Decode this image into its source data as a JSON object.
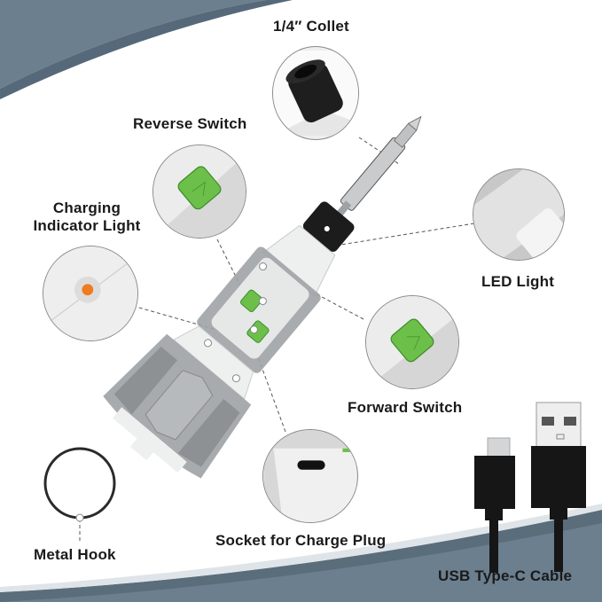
{
  "colors": {
    "background_band": "#6b7f8e",
    "background_band_dark": "#5a6d7b",
    "page_bg": "#ffffff",
    "label_text": "#1a1a1a",
    "accent_green": "#6cc04a",
    "indicator_orange": "#f07a1e",
    "body_white": "#eef0f0",
    "body_grey": "#9a9c9e",
    "collet_black": "#1c1c1c",
    "cable_black": "#161616"
  },
  "labels": {
    "collet": "1/4″ Collet",
    "reverse_switch": "Reverse Switch",
    "charging_indicator_line1": "Charging",
    "charging_indicator_line2": "Indicator Light",
    "led_light": "LED Light",
    "forward_switch": "Forward Switch",
    "metal_hook": "Metal Hook",
    "socket": "Socket for Charge Plug",
    "usb_cable": "USB Type-C Cable"
  },
  "callouts": [
    {
      "id": "collet",
      "icon": "knurled-collet"
    },
    {
      "id": "reverse_switch",
      "icon": "green-switch-button"
    },
    {
      "id": "charging_indicator",
      "icon": "orange-indicator-led"
    },
    {
      "id": "led_light",
      "icon": "led-lamp"
    },
    {
      "id": "forward_switch",
      "icon": "green-switch-button"
    },
    {
      "id": "socket",
      "icon": "usb-c-port"
    }
  ]
}
